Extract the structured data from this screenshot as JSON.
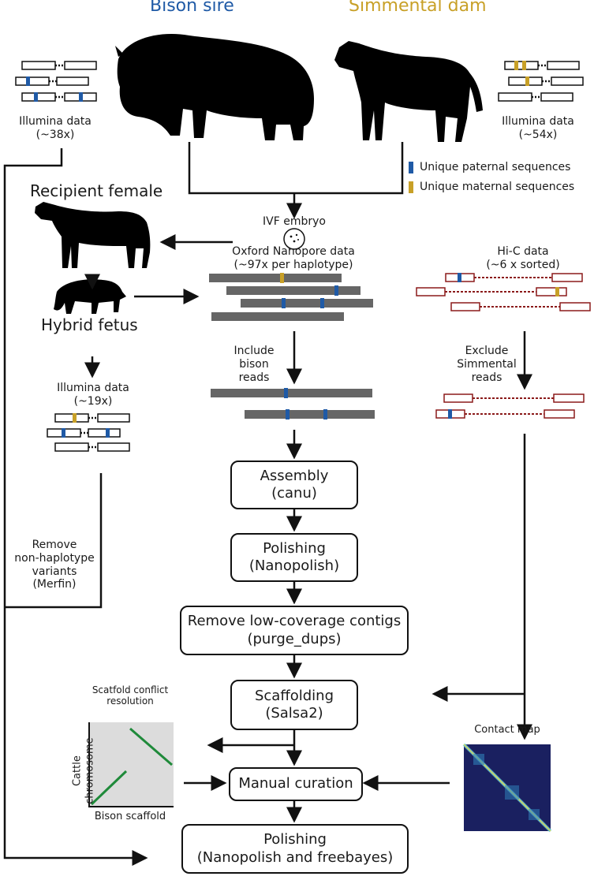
{
  "colors": {
    "paternal": "#1f5aa6",
    "maternal": "#c8a027",
    "read": "#666666",
    "hic": "#8b1a1a",
    "curve": "#1f8a3a",
    "heat_bg": "#1a2060"
  },
  "parents": {
    "sire": "Bison sire",
    "dam": "Simmental dam"
  },
  "illumina": {
    "sire": "Illumina data\n(~38x)",
    "dam": "Illumina data\n(~54x)",
    "fetus": "Illumina data\n(~19x)"
  },
  "legend": {
    "paternal": "Unique paternal sequences",
    "maternal": "Unique maternal sequences"
  },
  "recipient": "Recipient female",
  "ivf": "IVF embryo",
  "fetus": "Hybrid fetus",
  "nanopore": "Oxford Nanopore data\n(~97x per haplotype)",
  "hic": "Hi-C data\n(~6 x sorted)",
  "include": "Include\nbison\nreads",
  "exclude": "Exclude\nSimmental\nreads",
  "merfin": "Remove\nnon-haplotype\nvariants\n(Merfin)",
  "steps": [
    "Assembly\n(canu)",
    "Polishing\n(Nanopolish)",
    "Remove low-coverage contigs\n(purge_dups)",
    "Scaffolding\n(Salsa2)",
    "Manual curation",
    "Polishing\n(Nanopolish and freebayes)"
  ],
  "scaffold_plot": {
    "title": "Scatfold conflict\nresolution",
    "xlabel": "Bison scaffold",
    "ylabel": "Cattle chromosome"
  },
  "contact_map": "Contact map"
}
